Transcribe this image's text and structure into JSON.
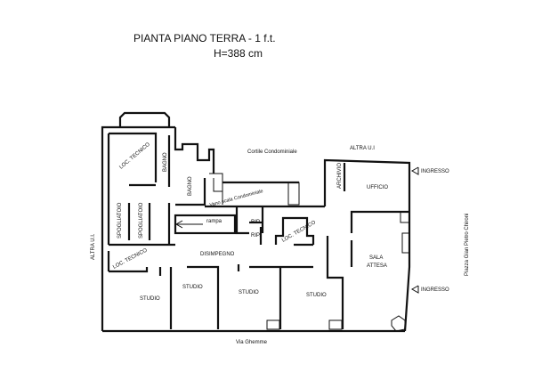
{
  "title": "PIANTA PIANO TERRA - 1 f.t.",
  "height_label": "H=388 cm",
  "outside": {
    "courtyard": "Cortile Condominiale",
    "other_unit_top": "ALTRA U.I",
    "other_unit_left": "ALTRA U.I.",
    "entrance_1": "INGRESSO",
    "entrance_2": "INGRESSO",
    "square": "Piazza Gian Pietro Chironi",
    "street": "Via Ghemme"
  },
  "rooms": {
    "loc_tecnico_1": "LOC. TECNICO",
    "bagno_1": "BAGNO",
    "bagno_2": "BAGNO",
    "stair": "Vano scala Condominiale",
    "ramp": "rampa",
    "rip_1": "RIP.",
    "rip_2": "RIP.",
    "loc_tecnico_2": "LOC. TECNICO",
    "spogliatoio_1": "SPOGLIATOIO",
    "spogliatoio_2": "SPOGLIATOIO",
    "loc_tecnico_3": "LOC. TECNICO",
    "disimpegno": "DISIMPEGNO",
    "archivio": "ARCHIVIO",
    "ufficio": "UFFICIO",
    "sala_1": "SALA",
    "sala_2": "ATTESA",
    "studio_1": "STUDIO",
    "studio_2": "STUDIO",
    "studio_3": "STUDIO",
    "studio_4": "STUDIO"
  }
}
